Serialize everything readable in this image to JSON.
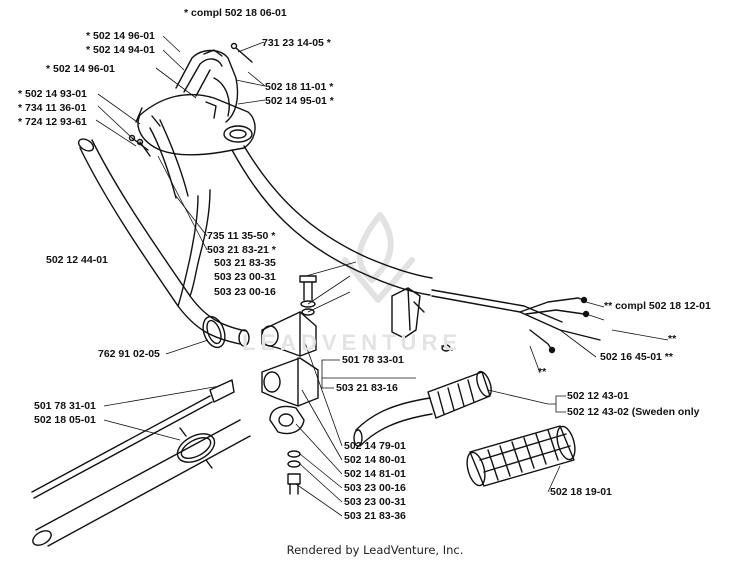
{
  "labels": {
    "compl_main": "* compl 502 18 06-01",
    "p_502_14_96_01_a": "* 502 14 96-01",
    "p_502_14_94_01": "* 502 14 94-01",
    "p_731_23_14_05": "731 23 14-05 *",
    "p_502_14_96_01_b": "* 502 14 96-01",
    "p_502_18_11_01": "502 18 11-01 *",
    "p_502_14_95_01": "502 14 95-01 *",
    "p_502_14_93_01": "* 502 14 93-01",
    "p_734_11_36_01": "* 734 11 36-01",
    "p_724_12_93_61": "* 724 12 93-61",
    "p_735_11_35_50": "735 11 35-50 *",
    "p_503_21_83_21": "503 21 83-21 *",
    "p_502_12_44_01": "502 12 44-01",
    "p_503_21_83_35": "503 21 83-35",
    "p_503_23_00_31_a": "503 23 00-31",
    "p_503_23_00_16_a": "503 23 00-16",
    "compl_wire": "** compl 502 18 12-01",
    "star2_a": "**",
    "p_502_16_45_01": "502 16 45-01 **",
    "star2_b": "**",
    "p_762_91_02_05": "762 91 02-05",
    "p_501_78_33_01": "501 78 33-01",
    "p_503_21_83_16": "503 21 83-16",
    "p_502_12_43_01": "502 12 43-01",
    "p_502_12_43_02": "502 12 43-02 (Sweden only",
    "p_501_78_31_01": "501 78 31-01",
    "p_502_18_05_01": "502 18 05-01",
    "p_502_14_79_01": "502 14 79-01",
    "p_502_14_80_01": "502 14 80-01",
    "p_502_14_81_01": "502 14 81-01",
    "p_503_23_00_16_b": "503 23 00-16",
    "p_503_23_00_31_b": "503 23 00-31",
    "p_503_21_83_36": "503 21 83-36",
    "p_502_18_19_01": "502 18 19-01"
  },
  "watermark": "LEADVENTURE",
  "credit": "Rendered by LeadVenture, Inc."
}
